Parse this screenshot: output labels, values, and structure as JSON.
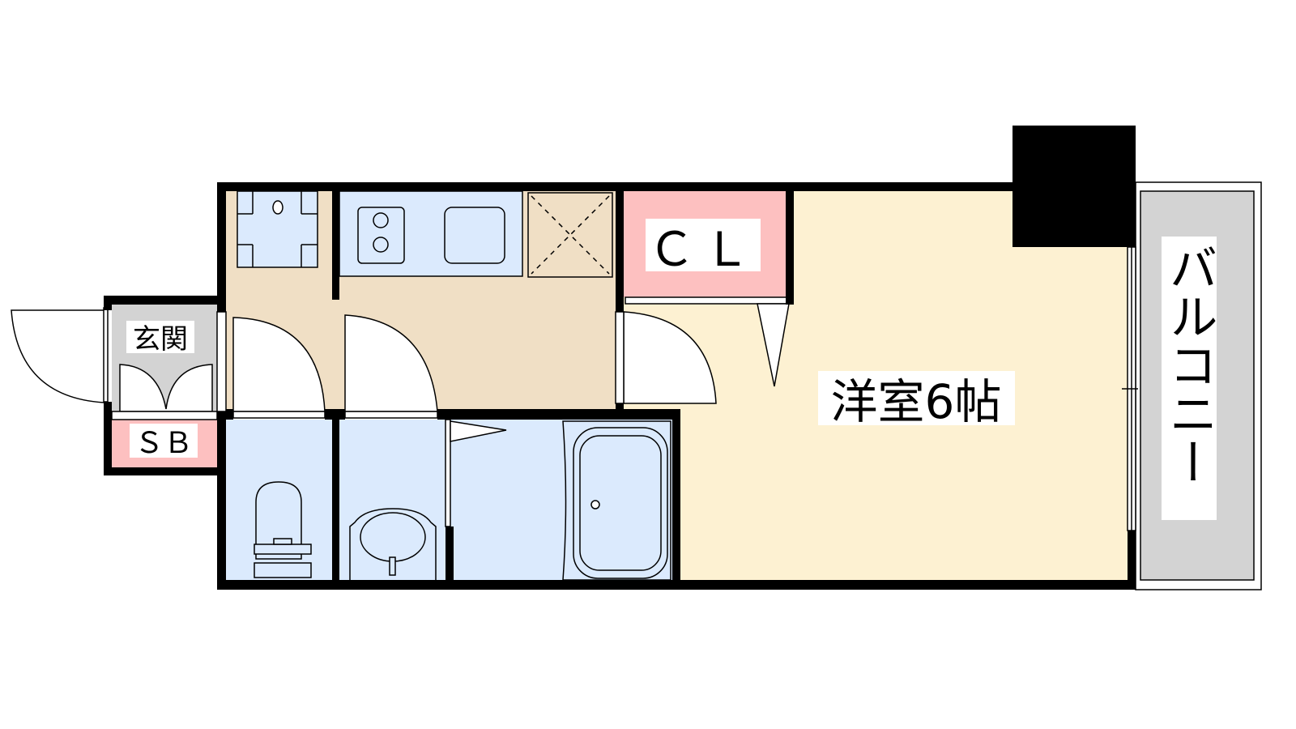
{
  "plan": {
    "rooms": {
      "entrance": "玄関",
      "shoe_box": "ＳＢ",
      "closet": "ＣＬ",
      "western_room": "洋室6帖",
      "balcony": "バルコニー"
    },
    "colors": {
      "wet_area": "#dbeafd",
      "kitchen": "#f0dfc5",
      "room": "#fdf1d2",
      "storage": "#fdc0c0",
      "entrance": "#d3d3d3",
      "wall": "#000000"
    }
  }
}
